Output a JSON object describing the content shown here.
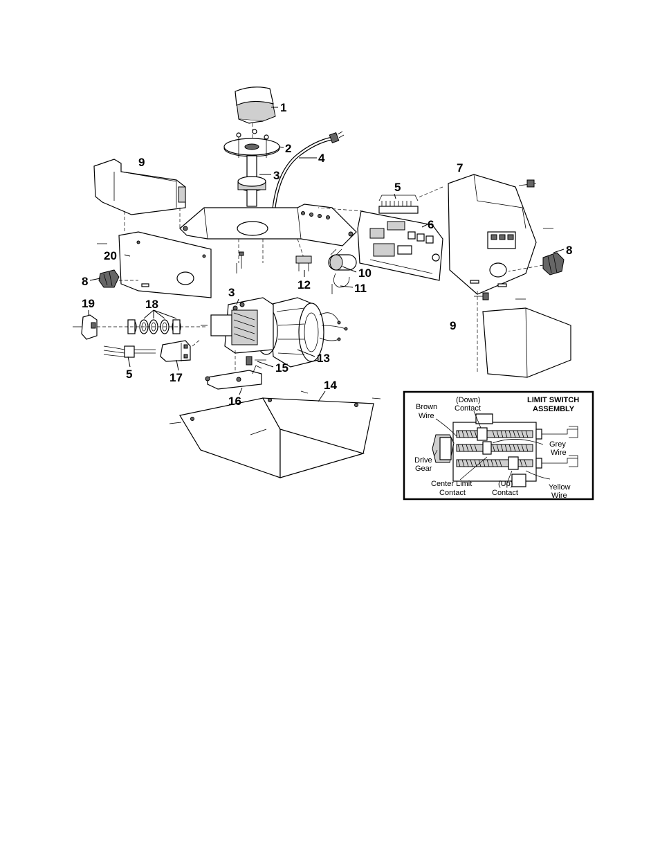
{
  "diagram": {
    "callouts": {
      "c1": "1",
      "c2": "2",
      "c3a": "3",
      "c3b": "3",
      "c4": "4",
      "c5a": "5",
      "c5b": "5",
      "c6": "6",
      "c7": "7",
      "c8a": "8",
      "c8b": "8",
      "c9a": "9",
      "c9b": "9",
      "c10": "10",
      "c11": "11",
      "c12": "12",
      "c13": "13",
      "c14": "14",
      "c15": "15",
      "c16": "16",
      "c17": "17",
      "c18": "18",
      "c19": "19",
      "c20": "20"
    },
    "inset": {
      "title_line1": "LIMIT SWITCH",
      "title_line2": "ASSEMBLY",
      "down_contact_line1": "(Down)",
      "down_contact_line2": "Contact",
      "brown_wire_line1": "Brown",
      "brown_wire_line2": "Wire",
      "grey_wire_line1": "Grey",
      "grey_wire_line2": "Wire",
      "drive_gear_line1": "Drive",
      "drive_gear_line2": "Gear",
      "center_limit_line1": "Center Limit",
      "center_limit_line2": "Contact",
      "up_contact_line1": "(Up)",
      "up_contact_line2": "Contact",
      "yellow_wire_line1": "Yellow",
      "yellow_wire_line2": "Wire"
    }
  }
}
